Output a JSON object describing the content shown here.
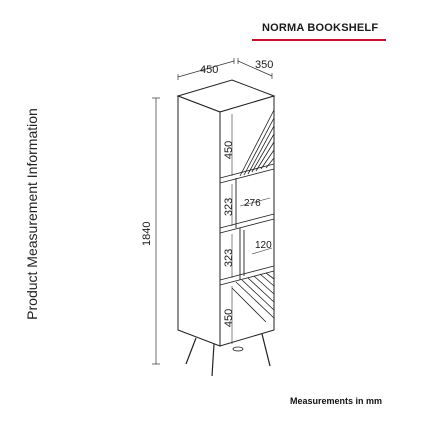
{
  "product": {
    "title": "NORMA BOOKSHELF",
    "side_label": "Product Measurement Information",
    "footer": "Measurements in mm",
    "accent_color": "#c8102e"
  },
  "dimensions": {
    "width": "450",
    "depth": "350",
    "height": "1840",
    "compartment_top": "450",
    "compartment_mid_upper": "323",
    "compartment_mid_lower": "323",
    "compartment_bottom": "450",
    "inner_width": "276",
    "inner_small": "120"
  }
}
